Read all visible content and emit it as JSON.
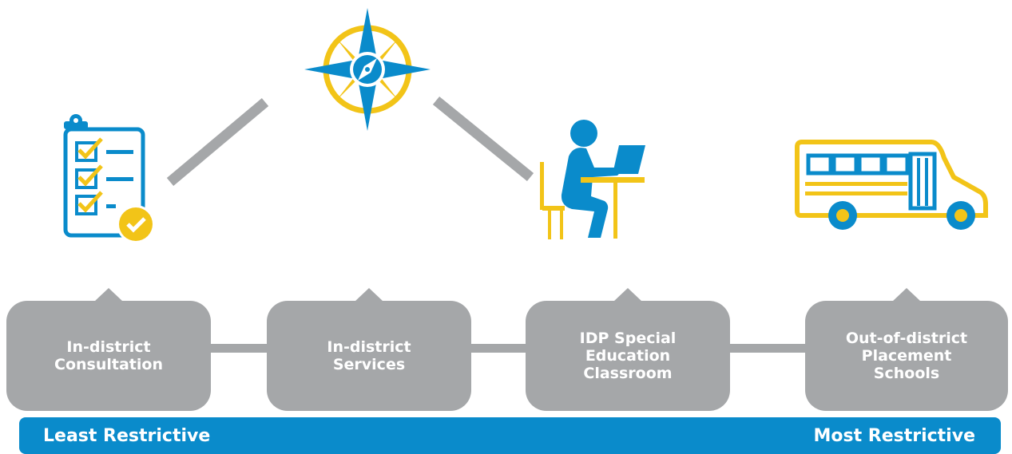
{
  "colors": {
    "blue": "#0a8bcb",
    "yellow": "#f2c418",
    "gray": "#a5a7a9",
    "white": "#ffffff"
  },
  "icons": [
    "checklist-icon",
    "compass-icon",
    "student-at-desk-icon",
    "school-bus-icon"
  ],
  "stages": [
    {
      "label": "In-district\nConsultation"
    },
    {
      "label": "In-district\nServices"
    },
    {
      "label": "IDP Special\nEducation\nClassroom"
    },
    {
      "label": "Out-of-district\nPlacement\nSchools"
    }
  ],
  "scale": {
    "left_label": "Least Restrictive",
    "right_label": "Most Restrictive"
  }
}
